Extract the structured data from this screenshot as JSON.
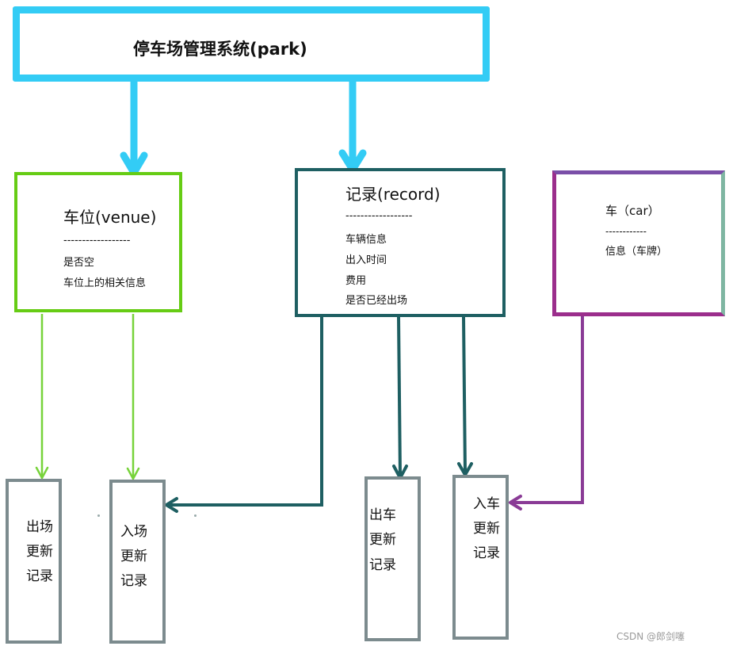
{
  "title": {
    "label": "停车场管理系统(park)"
  },
  "venue": {
    "heading": "车位(venue)",
    "divider": "------------------",
    "fields": [
      "是否空",
      "车位上的相关信息"
    ]
  },
  "record": {
    "heading": "记录(record)",
    "divider": "------------------",
    "fields": [
      "车辆信息",
      "出入时间",
      "费用",
      "是否已经出场"
    ]
  },
  "car": {
    "heading": "车（car）",
    "divider": "------------",
    "fields": [
      "信息（车牌）"
    ]
  },
  "results": [
    {
      "lines": [
        "出场",
        "更新",
        "记录"
      ]
    },
    {
      "lines": [
        "入场",
        "更新",
        "记录"
      ]
    },
    {
      "lines": [
        "出车",
        "更新",
        "记录"
      ]
    },
    {
      "lines": [
        "入车",
        "更新",
        "记录"
      ]
    }
  ],
  "colors": {
    "title_border": "#33ccf5",
    "venue": "#66cc14",
    "record": "#1e5f62",
    "car": "#9b2e8c",
    "result_border": "#7c8b8e"
  },
  "watermark": "CSDN @郎剑噻"
}
